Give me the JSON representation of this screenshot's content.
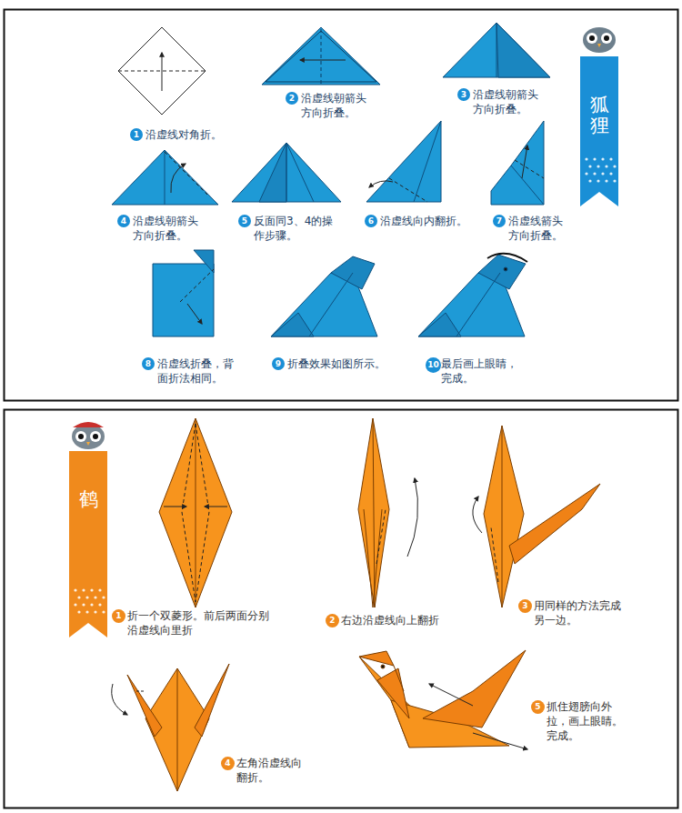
{
  "diagram": {
    "nodes": [
      {
        "text": [
          "1"
        ]
      },
      {
        "text": [
          "2"
        ]
      },
      {
        "text": [
          "3"
        ]
      },
      {
        "text": [
          "4"
        ]
      },
      {
        "text": [
          "5"
        ]
      },
      {
        "text": [
          "6"
        ]
      },
      {
        "text": [
          "7"
        ]
      },
      {
        "text": [
          "8"
        ]
      },
      {
        "text": [
          "9"
        ]
      },
      {
        "text": [
          "10"
        ]
      },
      {
        "text": [
          "狐狸"
        ]
      },
      {
        "text": [
          "鹤"
        ]
      },
      {
        "text": [
          "1"
        ]
      },
      {
        "text": [
          "2"
        ]
      },
      {
        "text": [
          "3"
        ]
      },
      {
        "text": [
          "4"
        ]
      },
      {
        "text": [
          "5"
        ]
      }
    ],
    "labels": [
      "沿虚线对角折。",
      "沿虚线朝箭头 方向折叠。",
      "沿虚线朝箭头 方向折叠。",
      "沿虚线朝箭头 方向折叠。",
      "反面同3、4的操 作步骤。",
      "沿虚线向内翻折。",
      "沿虚线箭头 方向折叠。",
      "沿虚线折叠，背 面折法相同。",
      "折叠效果如图所示。",
      "最后画上眼睛， 完成。",
      "折一个双菱形。前后两面分别 沿虚线向里折",
      "右边沿虚线向上翻折",
      "用同样的方法完成 另一边。",
      "左角沿虚线向 翻折。",
      "抓住翅膀向外 拉，画上眼睛。 完成。"
    ]
  }
}
